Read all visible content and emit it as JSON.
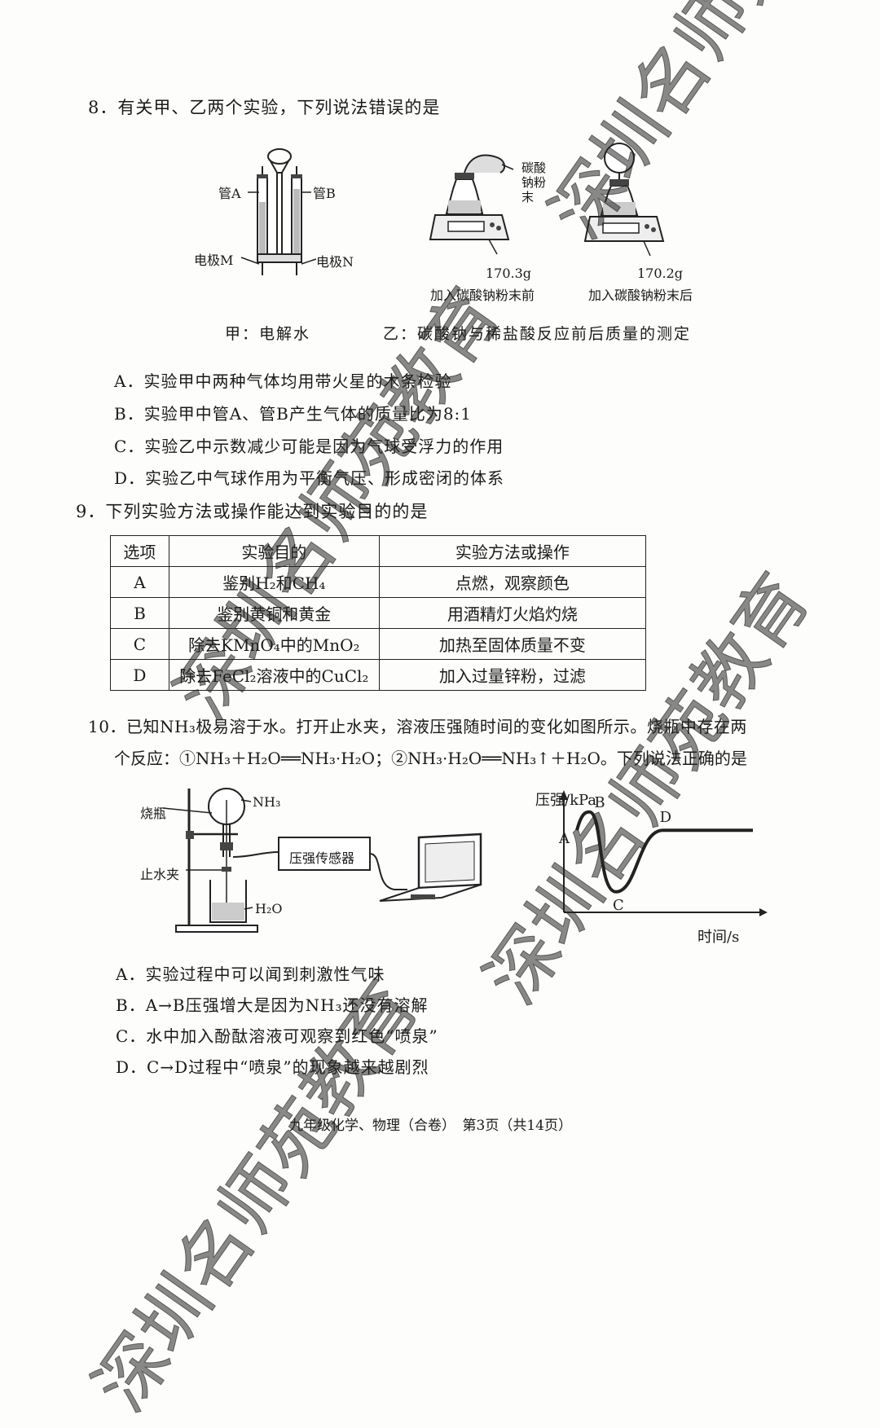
{
  "q8": {
    "stem": "8．有关甲、乙两个实验，下列说法错误的是",
    "fig_labels": {
      "tube_a": "管A",
      "tube_b": "管B",
      "electrode_m": "电极M",
      "electrode_n": "电极N",
      "powder": "碳酸钠粉末",
      "mass_before": "170.3g",
      "mass_after": "170.2g",
      "before": "加入碳酸钠粉末前",
      "after": "加入碳酸钠粉末后"
    },
    "caption_a": "甲：电解水",
    "caption_b": "乙：碳酸钠与稀盐酸反应前后质量的测定",
    "options": [
      "A．实验甲中两种气体均用带火星的木条检验",
      "B．实验甲中管A、管B产生气体的质量比为8:1",
      "C．实验乙中示数减少可能是因为气球受浮力的作用",
      "D．实验乙中气球作用为平衡气压、形成密闭的体系"
    ]
  },
  "q9": {
    "stem": "9．下列实验方法或操作能达到实验目的的是",
    "headers": [
      "选项",
      "实验目的",
      "实验方法或操作"
    ],
    "rows": [
      [
        "A",
        "鉴别H₂和CH₄",
        "点燃，观察颜色"
      ],
      [
        "B",
        "鉴别黄铜和黄金",
        "用酒精灯火焰灼烧"
      ],
      [
        "C",
        "除去KMnO₄中的MnO₂",
        "加热至固体质量不变"
      ],
      [
        "D",
        "除去FeCl₂溶液中的CuCl₂",
        "加入过量锌粉，过滤"
      ]
    ]
  },
  "q10": {
    "stem_line1": "10．已知NH₃极易溶于水。打开止水夹，溶液压强随时间的变化如图所示。烧瓶中存在两",
    "stem_line2": "个反应：①NH₃＋H₂O══NH₃·H₂O；②NH₃·H₂O══NH₃↑＋H₂O。下列说法正确的是",
    "fig_labels": {
      "flask": "烧瓶",
      "nh3": "NH₃",
      "clamp": "止水夹",
      "h2o": "H₂O",
      "sensor": "压强传感器"
    },
    "chart_data": {
      "type": "line",
      "ylabel": "压强/kPa",
      "xlabel": "时间/s",
      "points": [
        {
          "label": "A",
          "x": 0,
          "y": 0.72
        },
        {
          "label": "B",
          "x": 0.08,
          "y": 0.88
        },
        {
          "label": "C",
          "x": 0.25,
          "y": 0.18
        },
        {
          "label": "D",
          "x": 0.55,
          "y": 0.72
        }
      ]
    },
    "options": [
      "A．实验过程中可以闻到刺激性气味",
      "B．A→B压强增大是因为NH₃还没有溶解",
      "C．水中加入酚酞溶液可观察到红色“喷泉”",
      "D．C→D过程中“喷泉”的现象越来越剧烈"
    ]
  },
  "footer": "九年级化学、物理（合卷）　第3页（共14页）",
  "watermark": "深圳名师苑教育"
}
